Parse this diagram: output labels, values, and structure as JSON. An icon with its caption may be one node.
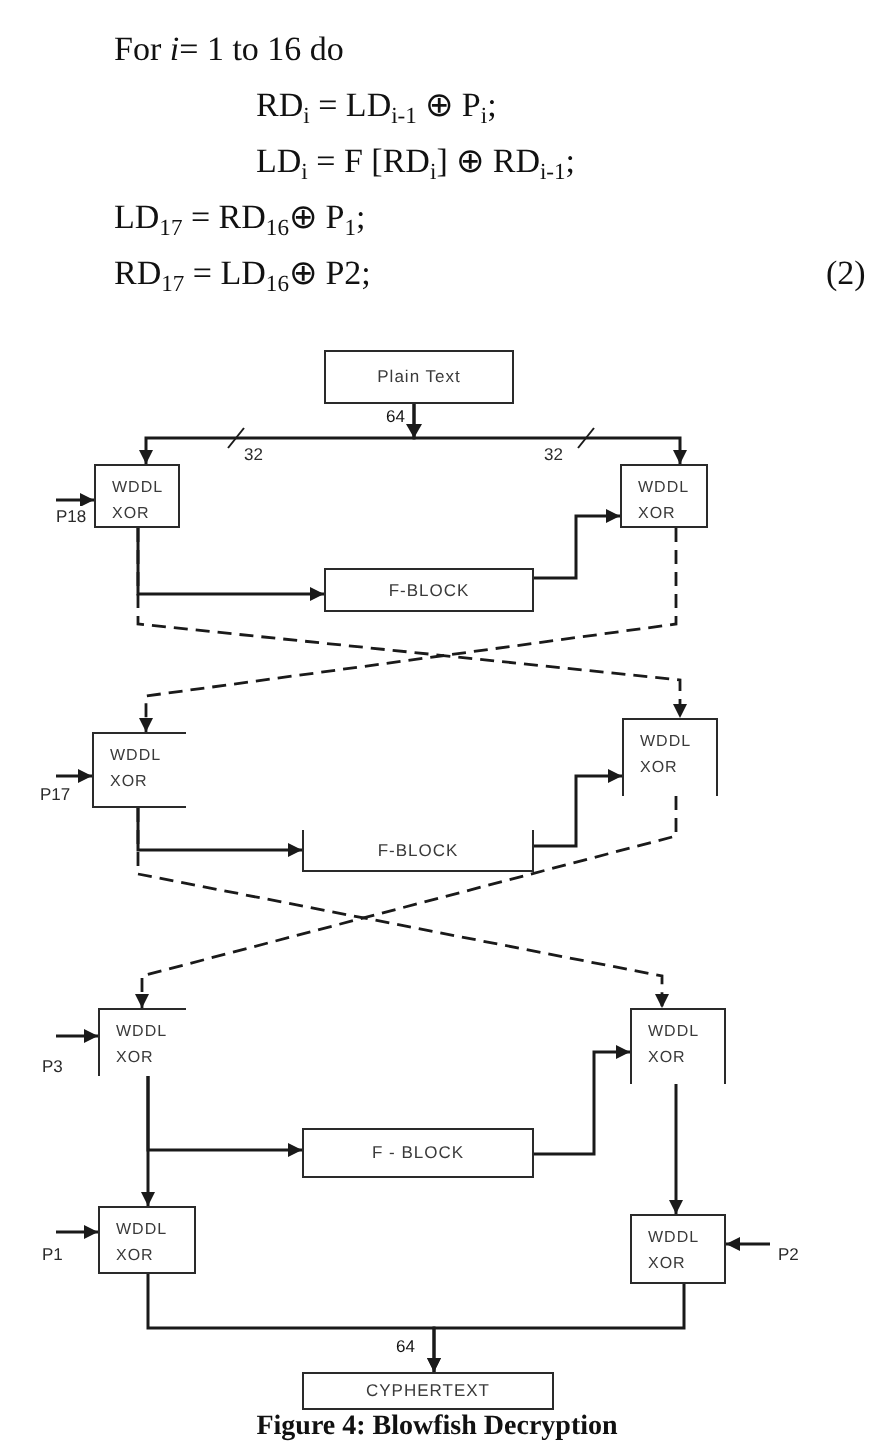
{
  "diagram": {
    "caption": "Figure 4: Blowfish Decryption",
    "nodes": [
      {
        "text": [
          "Plain Text"
        ]
      },
      {
        "text": [
          "WDDL XOR"
        ]
      },
      {
        "text": [
          "WDDL XOR"
        ]
      },
      {
        "text": [
          "F-BLOCK"
        ]
      },
      {
        "text": [
          "WDDL XOR"
        ]
      },
      {
        "text": [
          "WDDL XOR"
        ]
      },
      {
        "text": [
          "F-BLOCK"
        ]
      },
      {
        "text": [
          "WDDL XOR"
        ]
      },
      {
        "text": [
          "WDDL XOR"
        ]
      },
      {
        "text": [
          "F - BLOCK"
        ]
      },
      {
        "text": [
          "WDDL XOR"
        ]
      },
      {
        "text": [
          "WDDL XOR"
        ]
      },
      {
        "text": [
          "CYPHERTEXT"
        ]
      }
    ],
    "edges": [
      {
        "from": 0,
        "to": 1,
        "arrow": "to",
        "label": "32"
      },
      {
        "from": 0,
        "to": 2,
        "arrow": "to",
        "label": "32"
      },
      {
        "from": null,
        "to": 1,
        "arrow": "to",
        "label": "P18"
      },
      {
        "from": 1,
        "to": 3,
        "arrow": "to"
      },
      {
        "from": 3,
        "to": 2,
        "arrow": "to"
      },
      {
        "from": 1,
        "to": 5,
        "arrow": "to",
        "style": "dashed"
      },
      {
        "from": 2,
        "to": 4,
        "arrow": "to",
        "style": "dashed"
      },
      {
        "from": null,
        "to": 4,
        "arrow": "to",
        "label": "P17"
      },
      {
        "from": 4,
        "to": 6,
        "arrow": "to"
      },
      {
        "from": 6,
        "to": 5,
        "arrow": "to"
      },
      {
        "from": 4,
        "to": 8,
        "arrow": "to",
        "style": "dashed"
      },
      {
        "from": 5,
        "to": 7,
        "arrow": "to",
        "style": "dashed"
      },
      {
        "from": null,
        "to": 7,
        "arrow": "to",
        "label": "P3"
      },
      {
        "from": 7,
        "to": 9,
        "arrow": "to"
      },
      {
        "from": 9,
        "to": 8,
        "arrow": "to"
      },
      {
        "from": 7,
        "to": 10,
        "arrow": "to"
      },
      {
        "from": 8,
        "to": 11,
        "arrow": "to"
      },
      {
        "from": null,
        "to": 10,
        "arrow": "to",
        "label": "P1"
      },
      {
        "from": null,
        "to": 11,
        "arrow": "to",
        "label": "P2"
      },
      {
        "from": 10,
        "to": 12,
        "arrow": "to"
      },
      {
        "from": 11,
        "to": 12,
        "arrow": "to"
      }
    ],
    "labels": [
      "For *i*= 1 to 16 do",
      "RD$_{i}$ = LD$_{i-1}$ ⊕ P$_{i}$;",
      "LD$_{i}$ = F [RD$_{i}$] ⊕ RD$_{i-1}$;",
      "LD$_{17}$ = RD$_{16}$⊕ P$_{1}$;",
      "RD$_{17}$ = LD$_{16}$⊕ P2;",
      "(2)",
      "64",
      "64"
    ]
  }
}
